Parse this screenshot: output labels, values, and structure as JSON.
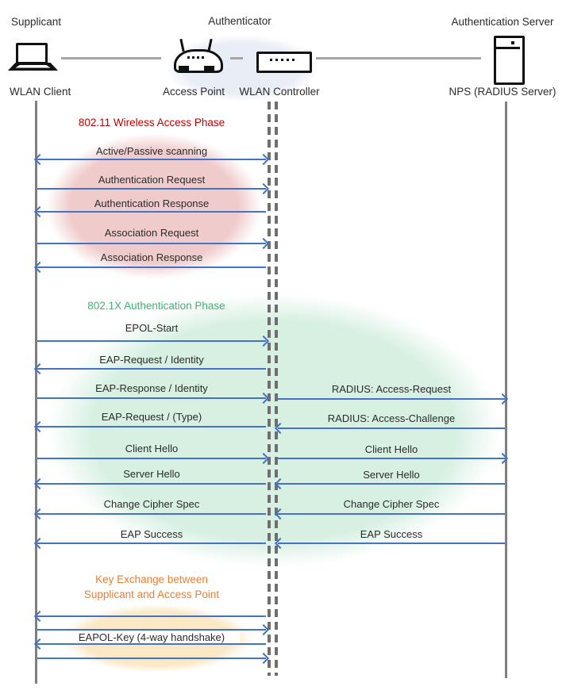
{
  "roles": {
    "supplicant": "Supplicant",
    "authenticator": "Authenticator",
    "authentication_server": "Authentication Server"
  },
  "nodes": {
    "wlan_client": "WLAN Client",
    "access_point": "Access Point",
    "wlan_controller": "WLAN Controller",
    "radius_server": "NPS (RADIUS Server)"
  },
  "phases": [
    {
      "id": "wireless-access",
      "title": "802.11 Wireless Access Phase",
      "title_color": "#C00000",
      "ellipse_color": "#F0CBCC"
    },
    {
      "id": "authentication",
      "title": "802.1X Authentication Phase",
      "title_color": "#3CB371",
      "ellipse_color": "#D7F0E2"
    },
    {
      "id": "key-exchange",
      "title_line1": "Key Exchange between",
      "title_line2": "Supplicant and Access Point",
      "title_color": "#ED7D31",
      "ellipse_color": "#FBE8C5"
    }
  ],
  "messages": {
    "phase1": [
      {
        "label": "Active/Passive scanning",
        "direction": "both",
        "from": "WLAN Client",
        "to": "WLAN Controller"
      },
      {
        "label": "Authentication Request",
        "direction": "right",
        "from": "WLAN Client",
        "to": "WLAN Controller"
      },
      {
        "label": "Authentication Response",
        "direction": "left",
        "from": "WLAN Controller",
        "to": "WLAN Client"
      },
      {
        "label": "Association Request",
        "direction": "right",
        "from": "WLAN Client",
        "to": "WLAN Controller"
      },
      {
        "label": "Association Response",
        "direction": "left",
        "from": "WLAN Controller",
        "to": "WLAN Client"
      }
    ],
    "phase2_left": [
      {
        "label": "EPOL-Start",
        "direction": "right"
      },
      {
        "label": "EAP-Request / Identity",
        "direction": "left"
      },
      {
        "label": "EAP-Response / Identity",
        "direction": "right"
      },
      {
        "label": "EAP-Request / (Type)",
        "direction": "left"
      },
      {
        "label": "Client Hello",
        "direction": "right"
      },
      {
        "label": "Server Hello",
        "direction": "left"
      },
      {
        "label": "Change Cipher Spec",
        "direction": "left"
      },
      {
        "label": "EAP Success",
        "direction": "left"
      }
    ],
    "phase2_right": [
      {
        "label": "RADIUS: Access-Request",
        "direction": "right"
      },
      {
        "label": "RADIUS: Access-Challenge",
        "direction": "left"
      },
      {
        "label": "Client Hello",
        "direction": "right"
      },
      {
        "label": "Server Hello",
        "direction": "left"
      },
      {
        "label": "Change Cipher Spec",
        "direction": "left"
      },
      {
        "label": "EAP Success",
        "direction": "left"
      }
    ],
    "phase3": {
      "label": "EAPOL-Key (4-way handshake)",
      "arrows": [
        "left",
        "right",
        "left",
        "right"
      ]
    }
  },
  "colors": {
    "arrow": "#4472C4",
    "lifeline": "#7F7F7F",
    "header_line": "#A6A6A6",
    "hub_ellipse": "#E9EDF6",
    "text": "#2B2B2B"
  }
}
